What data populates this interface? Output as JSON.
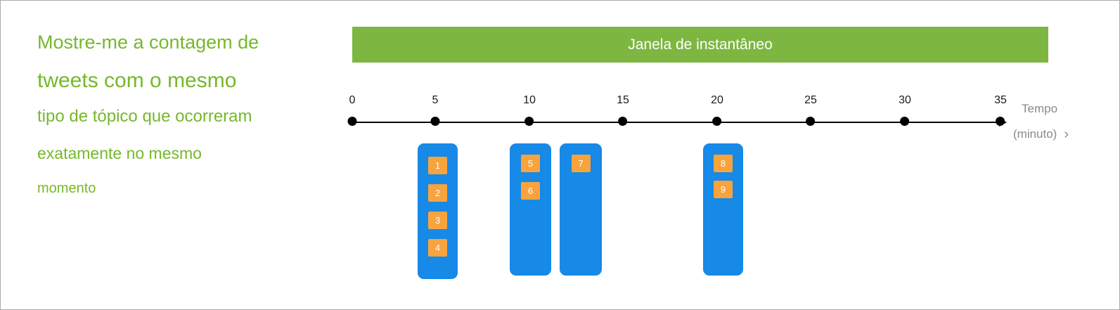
{
  "colors": {
    "green": "#7db742",
    "text-green": "#76b82b",
    "blue": "#1789e6",
    "orange": "#f9a33c"
  },
  "question": {
    "line1": "Mostre-me a contagem de",
    "line2": "tweets com o mesmo",
    "line3": "tipo de tópico que ocorreram",
    "line4": "exatamente no mesmo",
    "line5": "momento"
  },
  "banner": {
    "label": "Janela de instantâneo"
  },
  "timeline": {
    "ticks": [
      "0",
      "5",
      "10",
      "15",
      "20",
      "25",
      "30",
      "35"
    ],
    "unit_label": "Tempo",
    "unit_sublabel": "(minuto)",
    "chevron": "›"
  },
  "windows": [
    {
      "events": [
        "1",
        "2",
        "3",
        "4"
      ]
    },
    {
      "events": [
        "5",
        "6"
      ]
    },
    {
      "events": [
        "7"
      ]
    },
    {
      "events": [
        "8",
        "9"
      ]
    }
  ]
}
